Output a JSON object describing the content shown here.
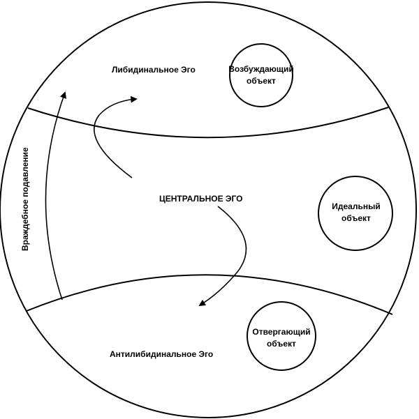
{
  "labels": {
    "libidinal_ego": "Либидинальное Эго",
    "central_ego": "ЦЕНТРАЛЬНОЕ ЭГО",
    "antilibidinal_ego": "Антилибидинальное Эго",
    "hostile_repression": "Враждебное подавление"
  },
  "objects": {
    "exciting": [
      "Возбуждающий",
      "объект"
    ],
    "ideal": [
      "Идеальный",
      "объект"
    ],
    "rejecting": [
      "Отвергающий",
      "объект"
    ]
  }
}
